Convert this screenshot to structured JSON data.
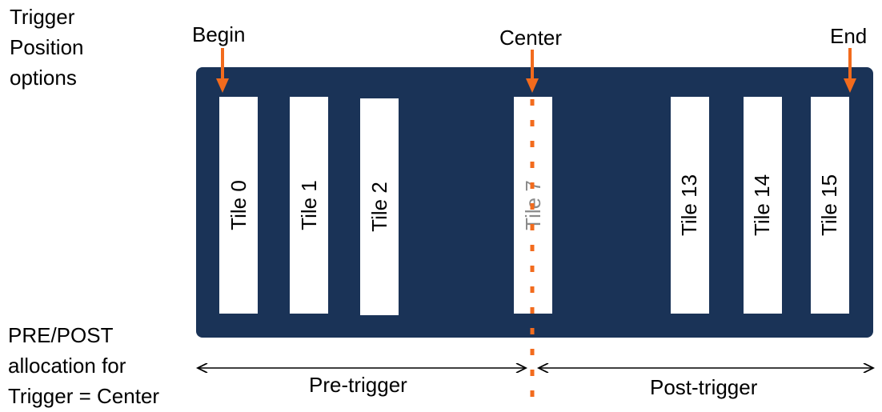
{
  "side_labels": {
    "trigger_options": [
      "Trigger",
      "Position",
      "options"
    ],
    "allocation": [
      "PRE/POST",
      "allocation for",
      "Trigger = Center"
    ]
  },
  "markers": {
    "begin": "Begin",
    "center": "Center",
    "end": "End"
  },
  "tiles": [
    {
      "label": "Tile 0"
    },
    {
      "label": "Tile 1"
    },
    {
      "label": "Tile 2"
    },
    {
      "label": "Tile 7"
    },
    {
      "label": "Tile 13"
    },
    {
      "label": "Tile 14"
    },
    {
      "label": "Tile 15"
    }
  ],
  "spans": {
    "pre": "Pre-trigger",
    "post": "Post-trigger"
  },
  "colors": {
    "panel": "#1a3357",
    "accent": "#f26b1d",
    "tile": "#ffffff"
  }
}
